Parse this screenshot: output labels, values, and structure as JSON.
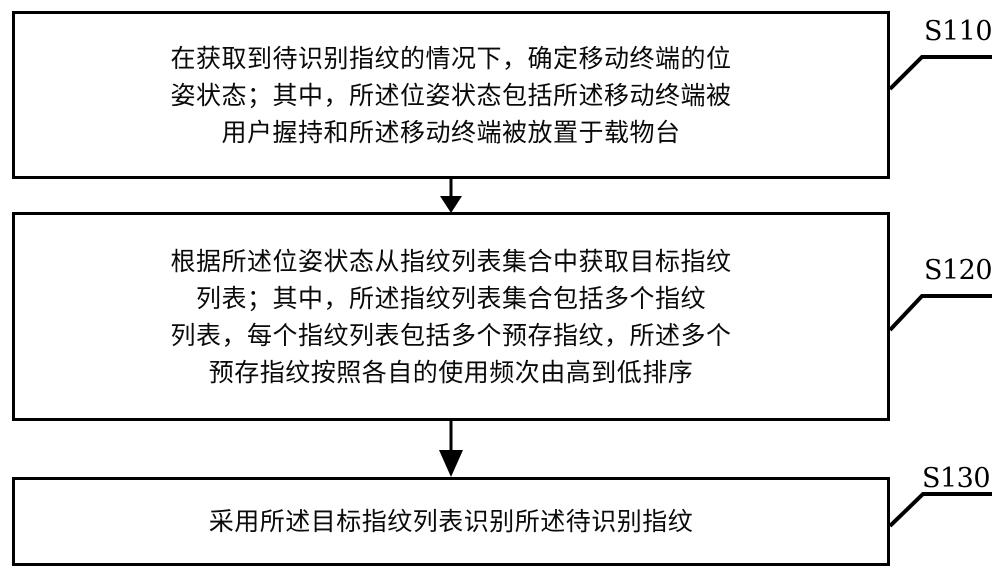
{
  "diagram": {
    "type": "flowchart",
    "orientation": "vertical",
    "background_color": "#ffffff",
    "line_color": "#000000",
    "text_color": "#0a0a0a",
    "steps": [
      {
        "id": "S110",
        "label": "S110",
        "text": "在获取到待识别指纹的情况下，确定移动终端的位\n姿状态；其中，所述位姿状态包括所述移动终端被\n用户握持和所述移动终端被放置于载物台"
      },
      {
        "id": "S120",
        "label": "S120",
        "text": "根据所述位姿状态从指纹列表集合中获取目标指纹\n列表；其中，所述指纹列表集合包括多个指纹\n列表，每个指纹列表包括多个预存指纹，所述多个\n预存指纹按照各自的使用频次由高到低排序"
      },
      {
        "id": "S130",
        "label": "S130",
        "text": "采用所述目标指纹列表识别所述待识别指纹"
      }
    ],
    "connectors": [
      {
        "from": "S110",
        "to": "S120",
        "arrow": "down"
      },
      {
        "from": "S120",
        "to": "S130",
        "arrow": "down"
      }
    ]
  }
}
